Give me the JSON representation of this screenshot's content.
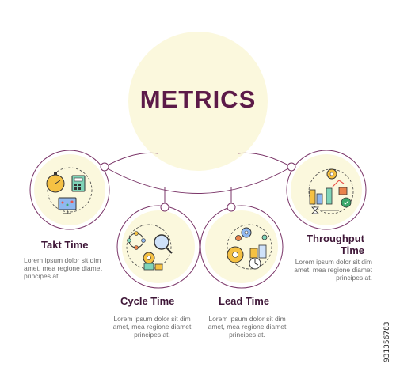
{
  "header": {
    "title": "METRICS"
  },
  "metrics": [
    {
      "label": "Takt Time",
      "description": "Lorem ipsum dolor sit dim amet, mea regione diamet principes at."
    },
    {
      "label": "Cycle Time",
      "description": "Lorem ipsum dolor sit dim amet, mea regione diamet principes at."
    },
    {
      "label": "Lead Time",
      "description": "Lorem ipsum dolor sit dim amet, mea regione diamet principes at."
    },
    {
      "label": "Throughput Time",
      "description": "Lorem ipsum dolor sit dim amet, mea regione diamet principes at."
    }
  ],
  "stock_id": "931356783",
  "icons": [
    "stopwatch-calculator-monitor-icon",
    "process-magnifier-icon",
    "gears-money-clock-icon",
    "gear-chart-hourglass-icon"
  ],
  "colors": {
    "title": "#5c1a48",
    "connector": "#7a3568",
    "node_fill": "#fbf8dd",
    "text": "#3f1738",
    "description": "#6c6c6c"
  }
}
